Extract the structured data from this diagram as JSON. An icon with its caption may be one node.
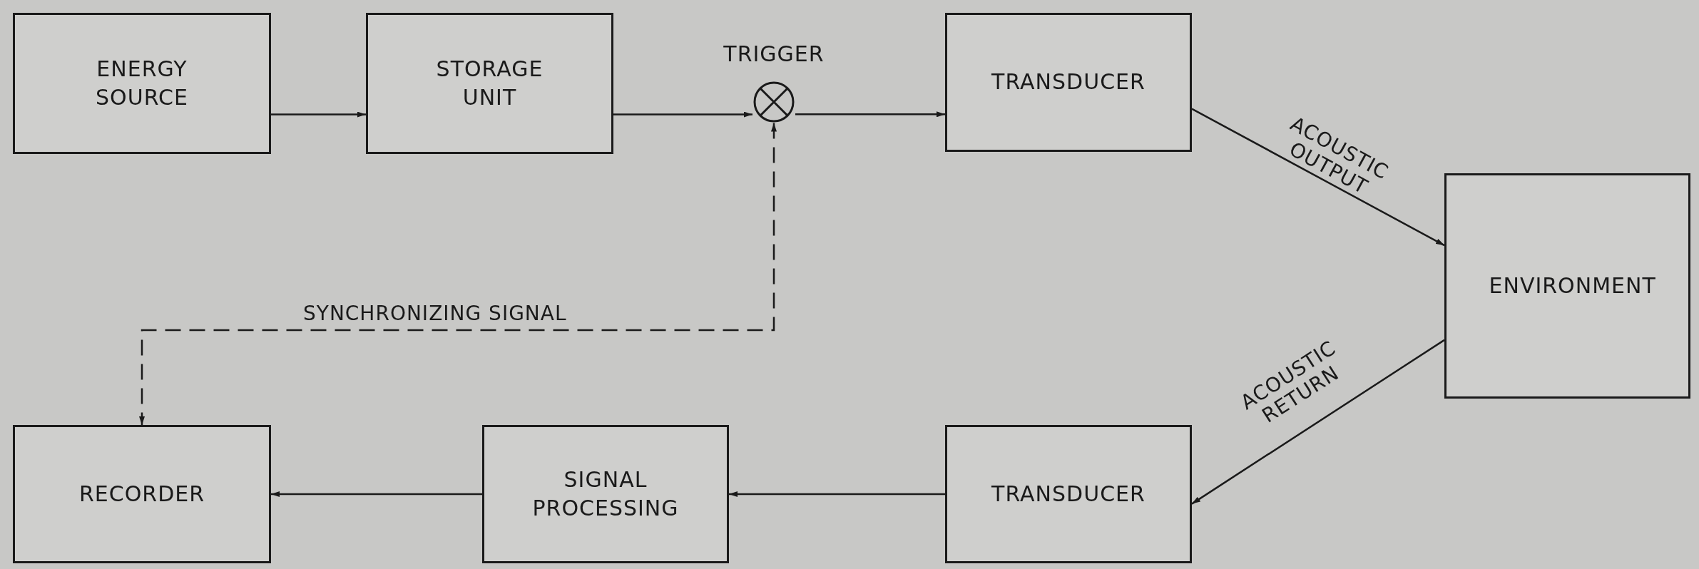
{
  "diagram": {
    "nodes": [
      {
        "text": [
          "ENERGY SOURCE"
        ]
      },
      {
        "text": [
          "STORAGE UNIT"
        ]
      },
      {
        "text": [
          "TRIGGER"
        ]
      },
      {
        "text": [
          "TRANSDUCER"
        ]
      },
      {
        "text": [
          "ENVIRONMENT"
        ]
      },
      {
        "text": [
          "TRANSDUCER"
        ]
      },
      {
        "text": [
          "SIGNAL PROCESSING"
        ]
      },
      {
        "text": [
          "RECORDER"
        ]
      }
    ],
    "edges": [
      {
        "from": 0,
        "to": 1,
        "arrow": "to"
      },
      {
        "from": 1,
        "to": 2,
        "arrow": "to"
      },
      {
        "from": 2,
        "to": 3,
        "arrow": "to"
      },
      {
        "from": 3,
        "to": 4,
        "arrow": "to",
        "label": "ACOUSTIC OUTPUT"
      },
      {
        "from": 4,
        "to": 5,
        "arrow": "to",
        "label": "ACOUSTIC RETURN"
      },
      {
        "from": 5,
        "to": 6,
        "arrow": "to"
      },
      {
        "from": 6,
        "to": 7,
        "arrow": "to"
      },
      {
        "from": 2,
        "to": 7,
        "arrow": "both",
        "style": "dashed",
        "label": "SYNCHRONIZING SIGNAL"
      }
    ]
  }
}
